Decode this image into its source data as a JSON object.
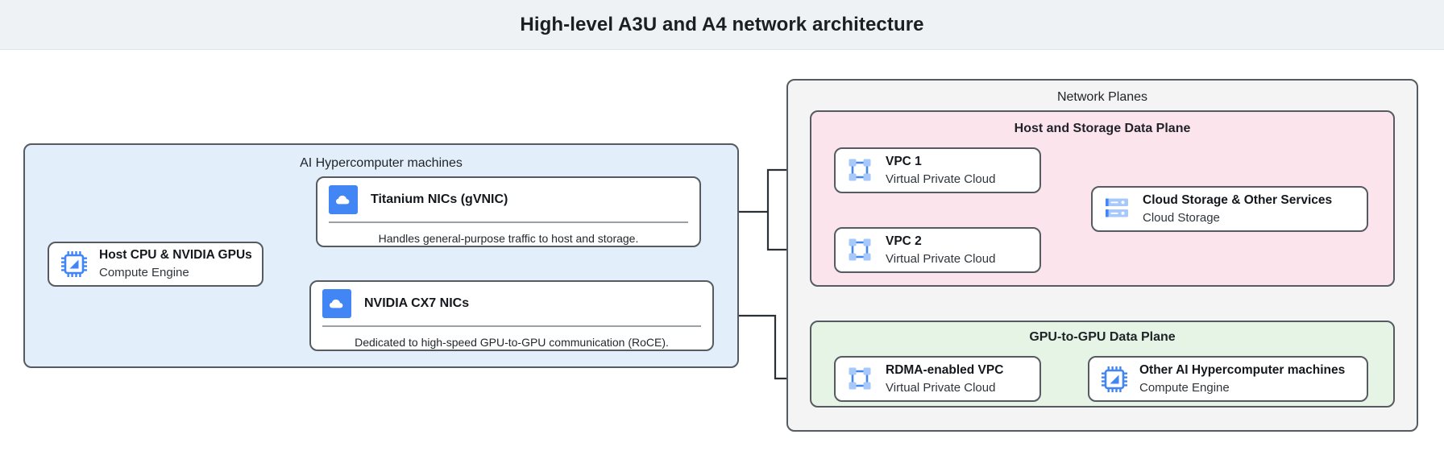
{
  "title": "High-level A3U and A4 network architecture",
  "machines_group": {
    "label": "AI Hypercomputer machines",
    "host_node": {
      "title": "Host CPU & NVIDIA GPUs",
      "subtitle": "Compute Engine",
      "icon": "cpu-chip-icon"
    },
    "nic_cards": [
      {
        "title": "Titanium NICs (gVNIC)",
        "caption": "Handles general-purpose traffic to host and storage.",
        "icon": "cloud-icon"
      },
      {
        "title": "NVIDIA CX7 NICs",
        "caption": "Dedicated to high-speed GPU-to-GPU communication (RoCE).",
        "icon": "cloud-icon"
      }
    ]
  },
  "network_planes": {
    "label": "Network Planes",
    "host_storage_plane": {
      "label": "Host and Storage Data Plane",
      "nodes": [
        {
          "title": "VPC 1",
          "subtitle": "Virtual Private Cloud",
          "icon": "vpc-icon"
        },
        {
          "title": "VPC 2",
          "subtitle": "Virtual Private Cloud",
          "icon": "vpc-icon"
        },
        {
          "title": "Cloud Storage & Other Services",
          "subtitle": "Cloud Storage",
          "icon": "storage-icon"
        }
      ]
    },
    "gpu_plane": {
      "label": "GPU-to-GPU Data Plane",
      "nodes": [
        {
          "title": "RDMA-enabled VPC",
          "subtitle": "Virtual Private Cloud",
          "icon": "vpc-icon"
        },
        {
          "title": "Other AI Hypercomputer machines",
          "subtitle": "Compute Engine",
          "icon": "cpu-chip-icon"
        }
      ]
    }
  },
  "colors": {
    "header_bg": "#eef2f4",
    "machines_fill": "#e2effb",
    "planes_fill": "#f4f4f4",
    "host_storage_fill": "#fbe4ec",
    "gpu_plane_fill": "#e6f4e6",
    "border": "#555b61",
    "icon_blue": "#4285f4",
    "icon_blue_light": "#a6c8fa"
  }
}
